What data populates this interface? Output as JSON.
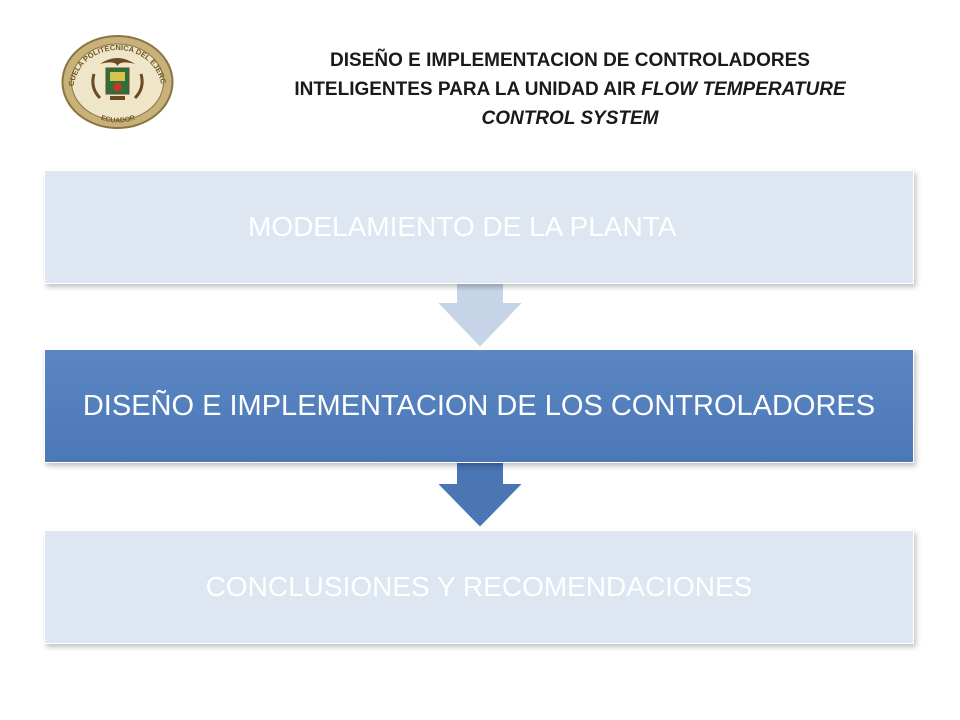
{
  "header": {
    "title_line1": "DISEÑO E IMPLEMENTACION DE CONTROLADORES",
    "title_line2_plain": "INTELIGENTES PARA LA UNIDAD AIR ",
    "title_line2_italic": "FLOW TEMPERATURE",
    "title_line3_italic": "CONTROL SYSTEM"
  },
  "logo": {
    "ring_text_top": "ESCUELA POLITECNICA DEL EJERCITO",
    "ring_text_bottom": "ECUADOR"
  },
  "steps": [
    {
      "label": "MODELAMIENTO DE LA PLANTA",
      "state": "inactive"
    },
    {
      "label": "DISEÑO E IMPLEMENTACION DE LOS CONTROLADORES",
      "state": "active"
    },
    {
      "label": "CONCLUSIONES Y RECOMENDACIONES",
      "state": "inactive"
    }
  ],
  "colors": {
    "inactive_fill": "#dde6f1",
    "active_fill": "#4f81bd",
    "inactive_arrow": "#c6d4e8",
    "active_arrow": "#4a76b4"
  }
}
